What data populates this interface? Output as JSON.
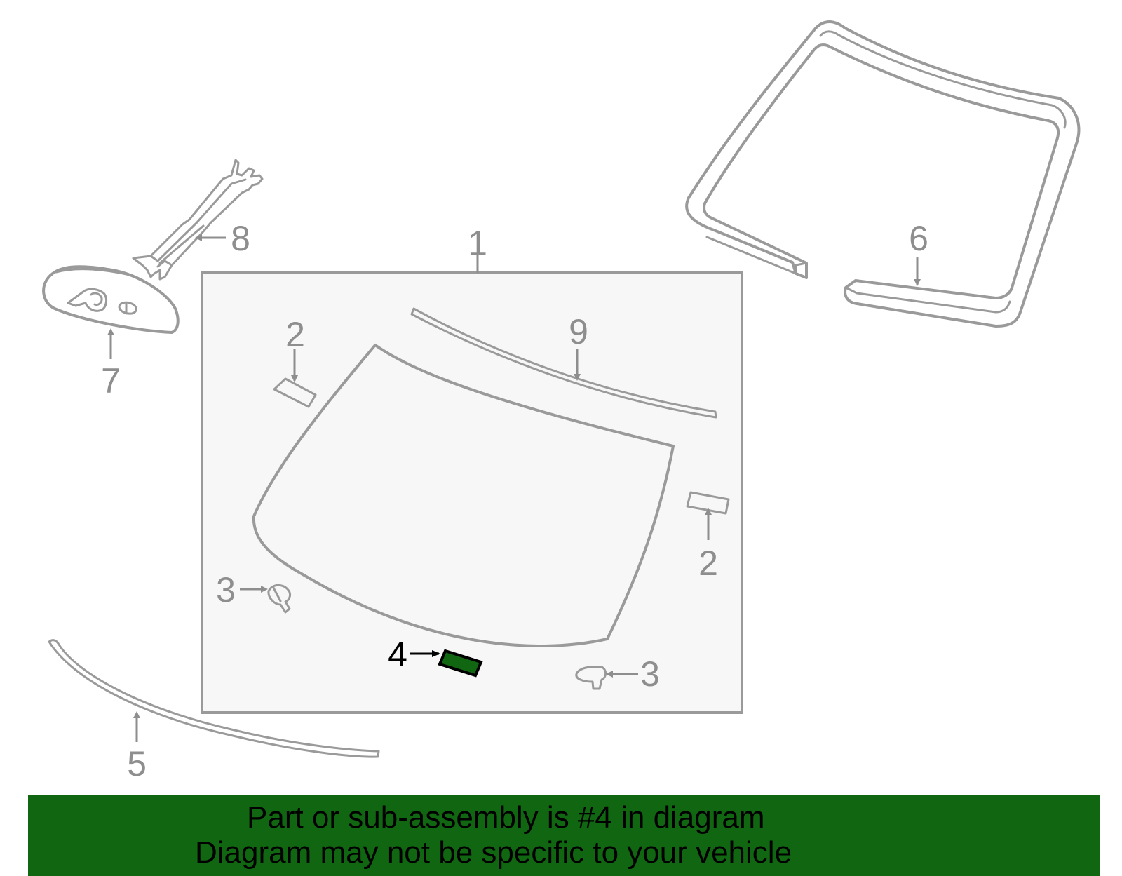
{
  "diagram": {
    "callouts": {
      "c1": "1",
      "c2a": "2",
      "c2b": "2",
      "c3a": "3",
      "c3b": "3",
      "c4": "4",
      "c5": "5",
      "c6": "6",
      "c7": "7",
      "c8": "8",
      "c9": "9"
    },
    "highlight_color": "#116611",
    "part_color": "#9a9a9a"
  },
  "banner": {
    "line1": "Part or sub-assembly is #4 in diagram",
    "line2": "Diagram may not be specific to your vehicle",
    "background": "#116611"
  }
}
